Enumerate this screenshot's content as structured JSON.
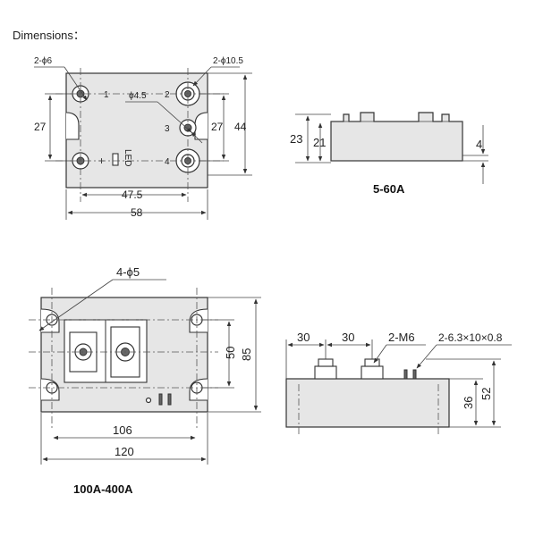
{
  "heading": "Dimensions：",
  "top_left": {
    "hole_small": "2-ϕ6",
    "hole_large": "2-ϕ10.5",
    "hole_mid": "ϕ4.5",
    "dim_27_left": "27",
    "dim_27_right": "27",
    "dim_44": "44",
    "dim_47_5": "47.5",
    "dim_58": "58",
    "led": "LED",
    "plus": "+",
    "term_1": "1",
    "term_2": "2",
    "term_3": "3",
    "term_4": "4"
  },
  "top_right": {
    "dim_23": "23",
    "dim_21": "21",
    "dim_4": "4",
    "caption": "5-60A"
  },
  "bottom_left": {
    "holes": "4-ϕ5",
    "dim_50": "50",
    "dim_85": "85",
    "dim_106": "106",
    "dim_120": "120",
    "caption": "100A-400A"
  },
  "bottom_right": {
    "dim_30_a": "30",
    "dim_30_b": "30",
    "screw": "2-M6",
    "terminal": "2-6.3×10×0.8",
    "dim_36": "36",
    "dim_52": "52"
  }
}
